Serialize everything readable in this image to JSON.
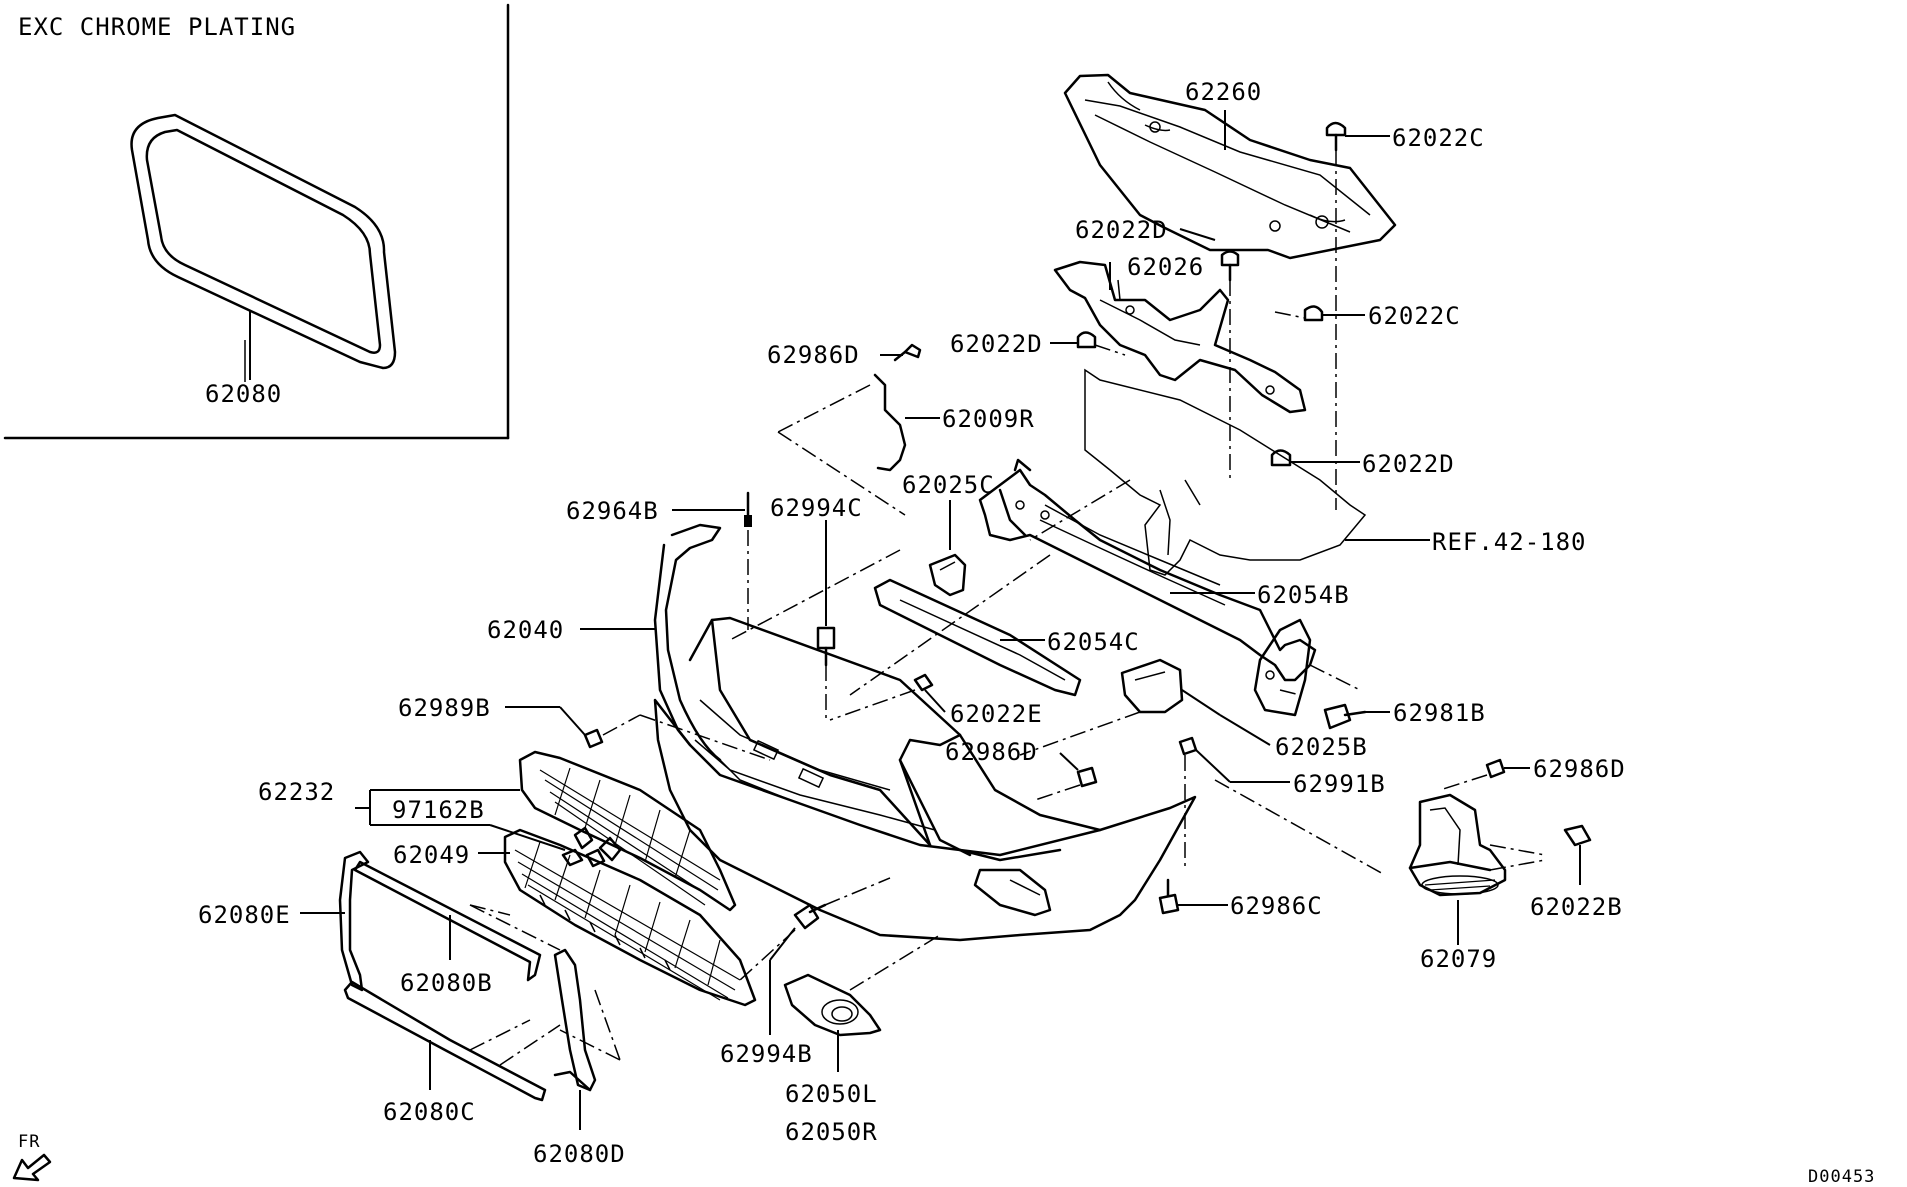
{
  "inset": {
    "title": "EXC CHROME PLATING",
    "part": "62080"
  },
  "labels": {
    "l62260": "62260",
    "l62022c_top": "62022C",
    "l62022d_top": "62022D",
    "l62026": "62026",
    "l62022c_mid": "62022C",
    "l62022d_left": "62022D",
    "l62986d_top": "62986D",
    "l62009r": "62009R",
    "l62022d_right": "62022D",
    "ref": "REF.42-180",
    "l62025c": "62025C",
    "l62964b": "62964B",
    "l62994c": "62994C",
    "l62054b": "62054B",
    "l62040": "62040",
    "l62054c": "62054C",
    "l62989b": "62989B",
    "l62022e": "62022E",
    "l62981b": "62981B",
    "l62986d_mid": "62986D",
    "l62025b": "62025B",
    "l62986d_right": "62986D",
    "l62232": "62232",
    "l97162b": "97162B",
    "l62991b": "62991B",
    "l62049": "62049",
    "l62080e": "62080E",
    "l62986c": "62986C",
    "l62022b": "62022B",
    "l62080b": "62080B",
    "l62079": "62079",
    "l62994b": "62994B",
    "l62050l": "62050L",
    "l62050r": "62050R",
    "l62080c": "62080C",
    "l62080d": "62080D"
  },
  "fr": "FR",
  "diagram_id": "D00453"
}
